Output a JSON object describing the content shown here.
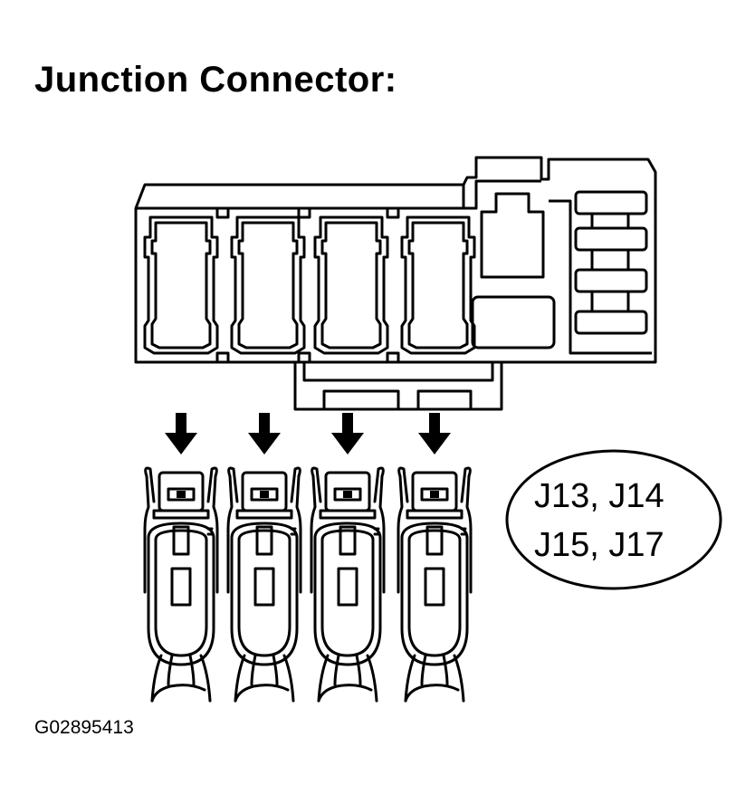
{
  "title": "Junction Connector:",
  "connector_codes": {
    "line1": "J13, J14",
    "line2": "J15, J17"
  },
  "figure_id": "G02895413",
  "colors": {
    "ink": "#000000",
    "paper": "#ffffff"
  },
  "icons": [
    "down-arrow-icon",
    "terminal-icon"
  ]
}
